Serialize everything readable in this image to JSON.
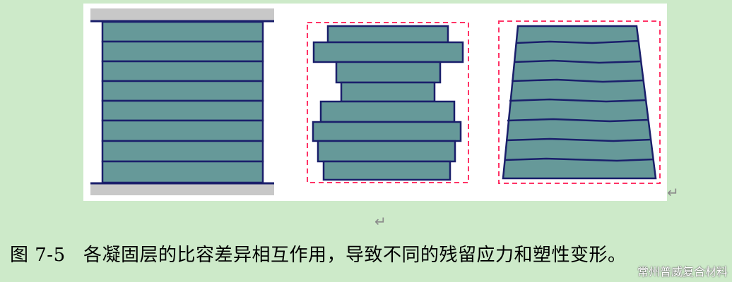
{
  "caption": {
    "label": "图 7-5",
    "text": "各凝固层的比容差异相互作用，导致不同的残留应力和塑性变形。"
  },
  "return_marks": [
    "↵",
    "↵"
  ],
  "watermark": "常州普威复合材料",
  "colors": {
    "page_background": "#cdeac9",
    "layer_fill": "#669999",
    "layer_outline": "#1a1f6b",
    "boundary_dash": "#ff3366",
    "plate_fill": "#c8c8c8"
  }
}
